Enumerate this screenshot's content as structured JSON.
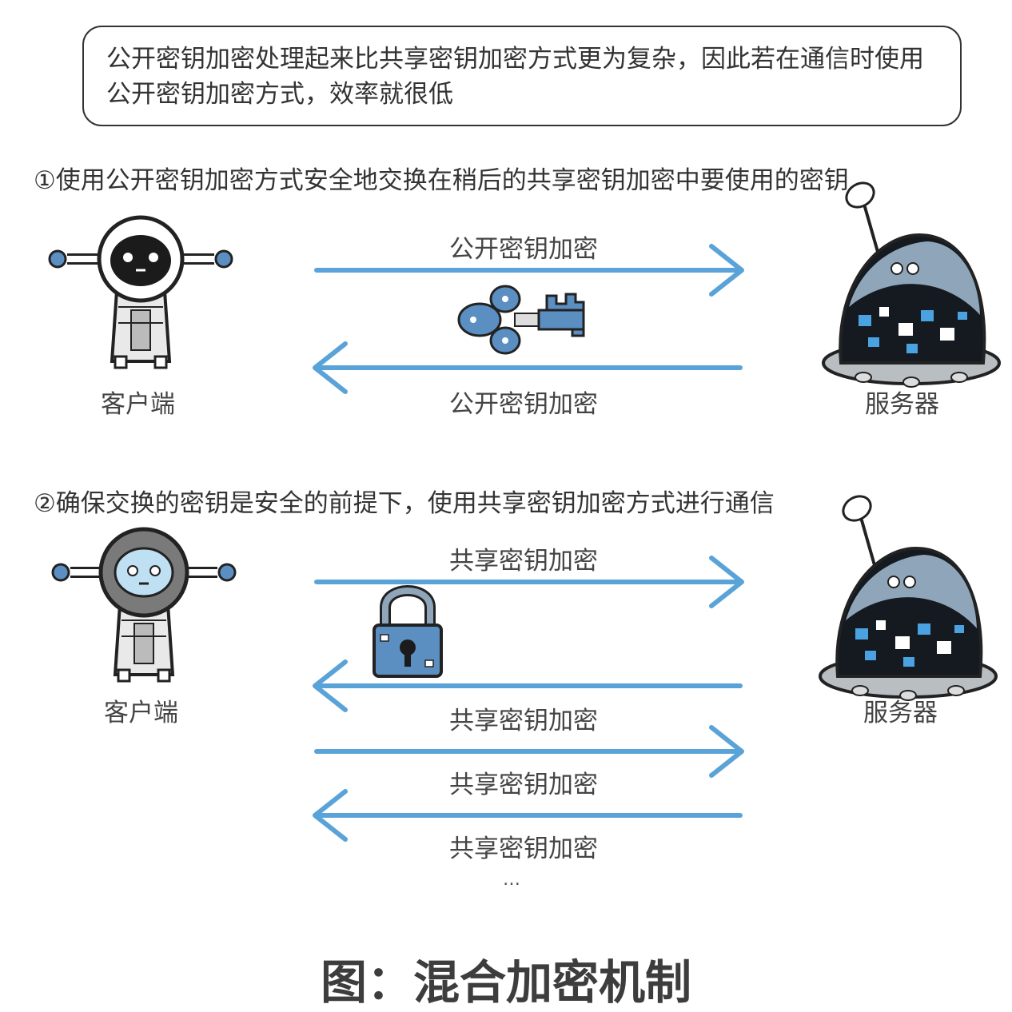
{
  "note": "公开密钥加密处理起来比共享密钥加密方式更为复杂，因此若在通信时使用公开密钥加密方式，效率就很低",
  "step1": {
    "title": "①使用公开密钥加密方式安全地交换在稍后的共享密钥加密中要使用的密钥",
    "client_label": "客户端",
    "server_label": "服务器",
    "arrow_top_label": "公开密钥加密",
    "arrow_bottom_label": "公开密钥加密"
  },
  "step2": {
    "title": "②确保交换的密钥是安全的前提下，使用共享密钥加密方式进行通信",
    "client_label": "客户端",
    "server_label": "服务器",
    "arrow_labels": [
      "共享密钥加密",
      "共享密钥加密",
      "共享密钥加密",
      "共享密钥加密"
    ],
    "ellipsis": "…"
  },
  "caption": "图：混合加密机制",
  "colors": {
    "arrow": "#5aa3d8",
    "icon": "#5b8fc2",
    "dark": "#1f2326"
  },
  "icons": {
    "client": "robot-client-icon",
    "server": "dome-server-icon",
    "key": "key-icon",
    "lock": "padlock-icon"
  }
}
